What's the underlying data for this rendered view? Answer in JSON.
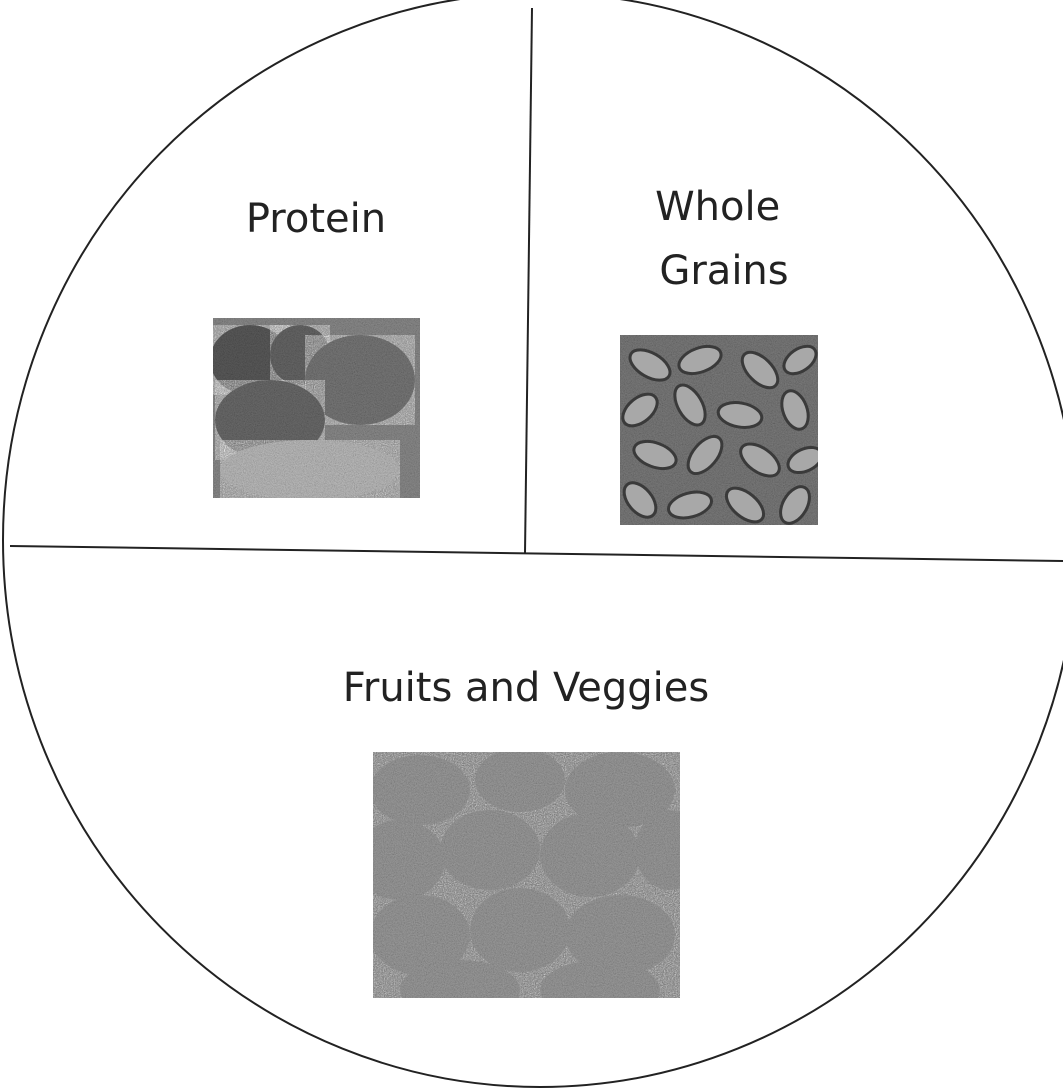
{
  "plate": {
    "sections": [
      {
        "id": "protein",
        "label": "Protein",
        "image": "meat-photo"
      },
      {
        "id": "whole-grains",
        "label_lines": [
          "Whole",
          "Grains"
        ],
        "image": "pasta-photo"
      },
      {
        "id": "fruits-veggies",
        "label": "Fruits and Veggies",
        "image": "produce-photo"
      }
    ]
  }
}
